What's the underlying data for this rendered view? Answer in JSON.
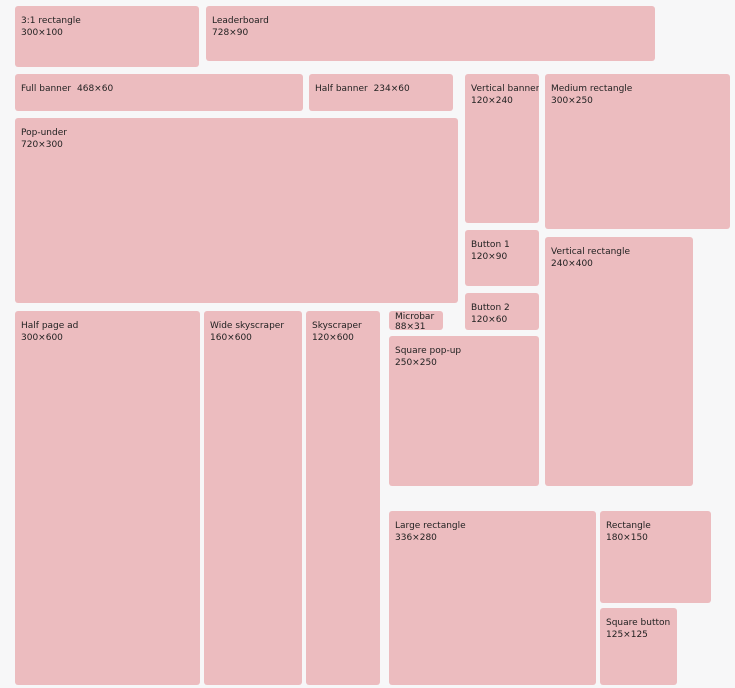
{
  "colors": {
    "background": "#f7f7f8",
    "block_fill": "#ecbcbf",
    "text": "#222222"
  },
  "ads": {
    "rect_3_1": {
      "name": "3:1 rectangle",
      "size": "300×100"
    },
    "leaderboard": {
      "name": "Leaderboard",
      "size": "728×90"
    },
    "full_banner": {
      "name": "Full banner",
      "size": "468×60"
    },
    "half_banner": {
      "name": "Half banner",
      "size": "234×60"
    },
    "vertical_banner": {
      "name": "Vertical banner",
      "size": "120×240"
    },
    "medium_rectangle": {
      "name": "Medium rectangle",
      "size": "300×250"
    },
    "pop_under": {
      "name": "Pop-under",
      "size": "720×300"
    },
    "button_1": {
      "name": "Button 1",
      "size": "120×90"
    },
    "vertical_rectangle": {
      "name": "Vertical rectangle",
      "size": "240×400"
    },
    "button_2": {
      "name": "Button 2",
      "size": "120×60"
    },
    "half_page_ad": {
      "name": "Half page ad",
      "size": "300×600"
    },
    "wide_skyscraper": {
      "name": "Wide skyscraper",
      "size": "160×600"
    },
    "skyscraper": {
      "name": "Skyscraper",
      "size": "120×600"
    },
    "microbar": {
      "name": "Microbar",
      "size": "88×31"
    },
    "square_pop_up": {
      "name": "Square pop-up",
      "size": "250×250"
    },
    "large_rectangle": {
      "name": "Large rectangle",
      "size": "336×280"
    },
    "rectangle": {
      "name": "Rectangle",
      "size": "180×150"
    },
    "square_button": {
      "name": "Square button",
      "size": "125×125"
    }
  }
}
